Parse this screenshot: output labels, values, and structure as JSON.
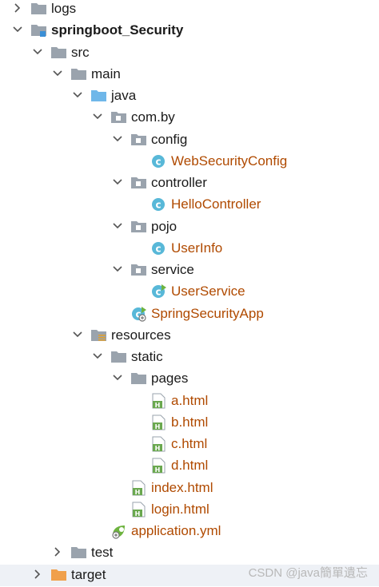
{
  "tree": {
    "items": [
      {
        "label": "logs",
        "icon": "folder-icon",
        "expanded": false,
        "selected": false,
        "style": "normal"
      },
      {
        "label": "springboot_Security",
        "icon": "module-folder-icon",
        "expanded": true,
        "selected": false,
        "style": "bold"
      },
      {
        "label": "src",
        "icon": "folder-icon",
        "expanded": true,
        "selected": false,
        "style": "normal"
      },
      {
        "label": "main",
        "icon": "folder-icon",
        "expanded": true,
        "selected": false,
        "style": "normal"
      },
      {
        "label": "java",
        "icon": "source-folder-icon",
        "expanded": true,
        "selected": false,
        "style": "normal"
      },
      {
        "label": "com.by",
        "icon": "package-icon",
        "expanded": true,
        "selected": false,
        "style": "normal"
      },
      {
        "label": "config",
        "icon": "package-icon",
        "expanded": true,
        "selected": false,
        "style": "normal"
      },
      {
        "label": "WebSecurityConfig",
        "icon": "java-class-icon",
        "expanded": null,
        "selected": false,
        "style": "cls"
      },
      {
        "label": "controller",
        "icon": "package-icon",
        "expanded": true,
        "selected": false,
        "style": "normal"
      },
      {
        "label": "HelloController",
        "icon": "java-class-icon",
        "expanded": null,
        "selected": false,
        "style": "cls"
      },
      {
        "label": "pojo",
        "icon": "package-icon",
        "expanded": true,
        "selected": false,
        "style": "normal"
      },
      {
        "label": "UserInfo",
        "icon": "java-class-icon",
        "expanded": null,
        "selected": false,
        "style": "cls"
      },
      {
        "label": "service",
        "icon": "package-icon",
        "expanded": true,
        "selected": false,
        "style": "normal"
      },
      {
        "label": "UserService",
        "icon": "java-service-class-icon",
        "expanded": null,
        "selected": false,
        "style": "cls"
      },
      {
        "label": "SpringSecurityApp",
        "icon": "spring-app-class-icon",
        "expanded": null,
        "selected": false,
        "style": "cls"
      },
      {
        "label": "resources",
        "icon": "resources-folder-icon",
        "expanded": true,
        "selected": false,
        "style": "normal"
      },
      {
        "label": "static",
        "icon": "folder-icon",
        "expanded": true,
        "selected": false,
        "style": "normal"
      },
      {
        "label": "pages",
        "icon": "folder-icon",
        "expanded": true,
        "selected": false,
        "style": "normal"
      },
      {
        "label": "a.html",
        "icon": "html-file-icon",
        "expanded": null,
        "selected": false,
        "style": "html"
      },
      {
        "label": "b.html",
        "icon": "html-file-icon",
        "expanded": null,
        "selected": false,
        "style": "html"
      },
      {
        "label": "c.html",
        "icon": "html-file-icon",
        "expanded": null,
        "selected": false,
        "style": "html"
      },
      {
        "label": "d.html",
        "icon": "html-file-icon",
        "expanded": null,
        "selected": false,
        "style": "html"
      },
      {
        "label": "index.html",
        "icon": "html-file-icon",
        "expanded": null,
        "selected": false,
        "style": "html"
      },
      {
        "label": "login.html",
        "icon": "html-file-icon",
        "expanded": null,
        "selected": false,
        "style": "html"
      },
      {
        "label": "application.yml",
        "icon": "spring-yml-icon",
        "expanded": null,
        "selected": false,
        "style": "html"
      },
      {
        "label": "test",
        "icon": "folder-icon",
        "expanded": false,
        "selected": false,
        "style": "normal"
      },
      {
        "label": "target",
        "icon": "excluded-folder-icon",
        "expanded": false,
        "selected": true,
        "style": "normal"
      }
    ]
  },
  "watermark": "CSDN @java簡單遺忘",
  "colors": {
    "class_label": "#b04a00",
    "folder_grey": "#9aa3ad",
    "source_folder_blue": "#6fb7e9",
    "excluded_folder_orange": "#f0a04b",
    "class_icon_cyan": "#58b8d8",
    "html_icon_green": "#6aa84f",
    "spring_green": "#6db33f"
  }
}
